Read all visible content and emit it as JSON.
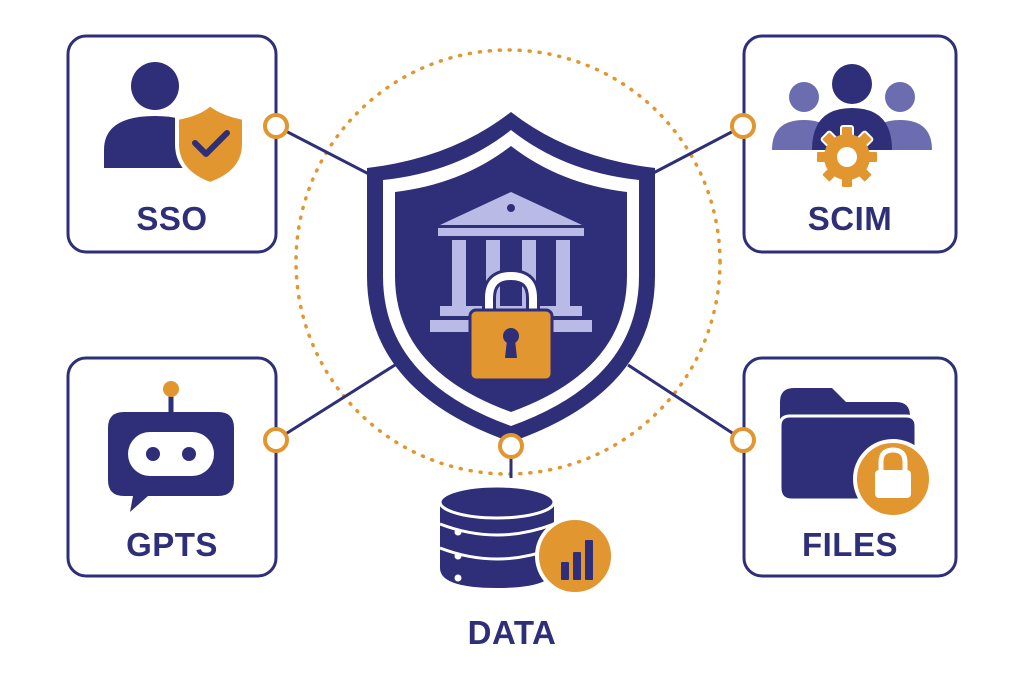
{
  "colors": {
    "navy": "#2E2F78",
    "gold": "#E1962F",
    "lavender": "#B9BBE6",
    "muted_purple": "#6C6DB1",
    "white": "#FFFFFF"
  },
  "center": {
    "icon": "shield-bank-lock-icon"
  },
  "nodes": {
    "sso": {
      "label": "SSO",
      "icon": "user-shield-check-icon"
    },
    "scim": {
      "label": "SCIM",
      "icon": "users-gear-icon"
    },
    "gpts": {
      "label": "GPTS",
      "icon": "robot-chat-icon"
    },
    "files": {
      "label": "FILES",
      "icon": "folder-lock-icon"
    },
    "data": {
      "label": "DATA",
      "icon": "database-chart-icon"
    }
  }
}
